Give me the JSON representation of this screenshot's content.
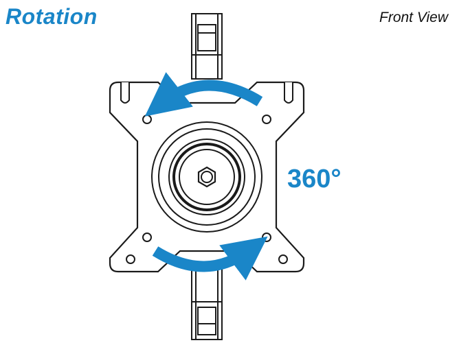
{
  "title": "Rotation",
  "view_label": "Front View",
  "angle_label": "360°",
  "colors": {
    "accent": "#1a86c8",
    "arrow": "#1a86c8",
    "line": "#1a1a1a"
  }
}
